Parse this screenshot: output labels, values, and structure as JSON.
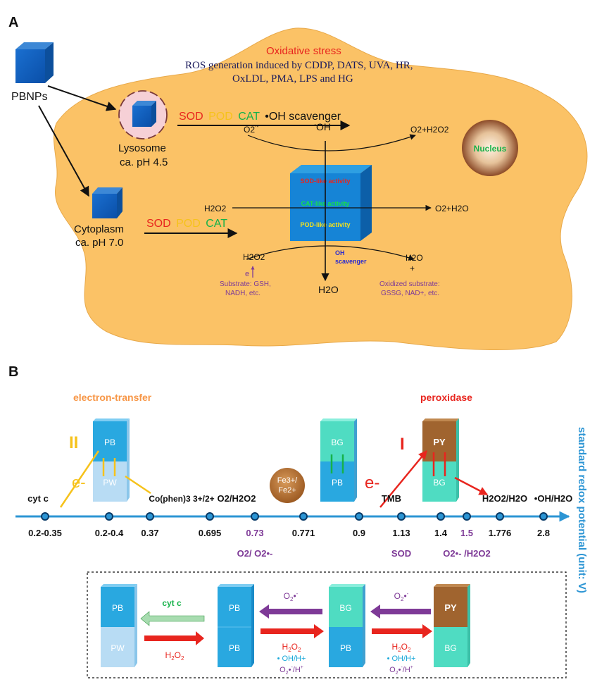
{
  "panel_a": {
    "label": "A",
    "pbnps": "PBNPs",
    "stress_title": "Oxidative stress",
    "stress_line1": "ROS generation induced by CDDP, DATS, UVA, HR,",
    "stress_line2": "OxLDL, PMA, LPS and HG",
    "lysosome_name": "Lysosome",
    "lysosome_ph": "ca. pH 4.5",
    "cytoplasm_name": "Cytoplasm",
    "cytoplasm_ph": "ca. pH 7.0",
    "lys_sod": "SOD",
    "lys_pod": "POD",
    "lys_cat": "CAT",
    "lys_oh": "•OH scavenger",
    "cyt_sod": "SOD",
    "cyt_pod": "POD",
    "cyt_cat": "CAT",
    "nucleus": "Nucleus",
    "sod_activity": "SOD-like activity",
    "cat_activity": "CAT-like activity",
    "pod_activity": "POD-like activity",
    "oh_top": "OH",
    "o2_radical": "O2",
    "o2_h2o2_right": "O2+H2O2",
    "h2o2_left": "H2O2",
    "o2_h2o_right": "O2+H2O",
    "h2o2_bottom": "H2O2",
    "e_label": "e",
    "substrate": "Substrate: GSH,",
    "substrate2": "NADH, etc.",
    "oh_scav_1": "OH",
    "oh_scav_2": "scavenger",
    "h2o_bottom": "H2O",
    "h2o_right": "H2O",
    "plus": "+",
    "oxidized1": "Oxidized  substrate:",
    "oxidized2": "GSSG, NAD+, etc."
  },
  "panel_b": {
    "label": "B",
    "electron_transfer": "electron-transfer",
    "peroxidase": "peroxidase",
    "roman_ii": "II",
    "roman_i": "I",
    "e_minus": "e-",
    "axis_label": "standard redox potential (unit: V)",
    "above_labels": [
      "cyt c",
      "Co(phen)3 3+/2+",
      "O2/H2O2",
      "TMB",
      "H2O2/H2O",
      "•OH/H2O"
    ],
    "ticks": [
      "0.2-0.35",
      "0.2-0.4",
      "0.37",
      "0.695",
      "0.73",
      "0.771",
      "0.9",
      "1.13",
      "1.4",
      "1.5",
      "1.776",
      "2.8"
    ],
    "below_labels": [
      "O2/ O2•-",
      "SOD",
      "O2•- /H2O2"
    ],
    "fe_couple_1": "Fe3+/",
    "fe_couple_2": "Fe2+",
    "cube_pb": "PB",
    "cube_pw": "PW",
    "cube_bg": "BG",
    "cube_py": "PY",
    "box": {
      "cyt_c": "cyt c",
      "h2o2": "H2O2",
      "o2_radical": "O2•-",
      "oh_h": "• OH/H+",
      "o2_h": "O2•-/H+"
    }
  },
  "colors": {
    "cell": "#fbc266",
    "pb_blue": "#29a8e0",
    "pw_blue": "#b8dcf4",
    "bg_teal": "#4fdcc2",
    "py_brown": "#a0642f",
    "axis": "#2c95d4",
    "red": "#e8251e",
    "yellow": "#f6c21b",
    "green": "#16b24a",
    "purple": "#7e3a97",
    "orange": "#f79646"
  }
}
